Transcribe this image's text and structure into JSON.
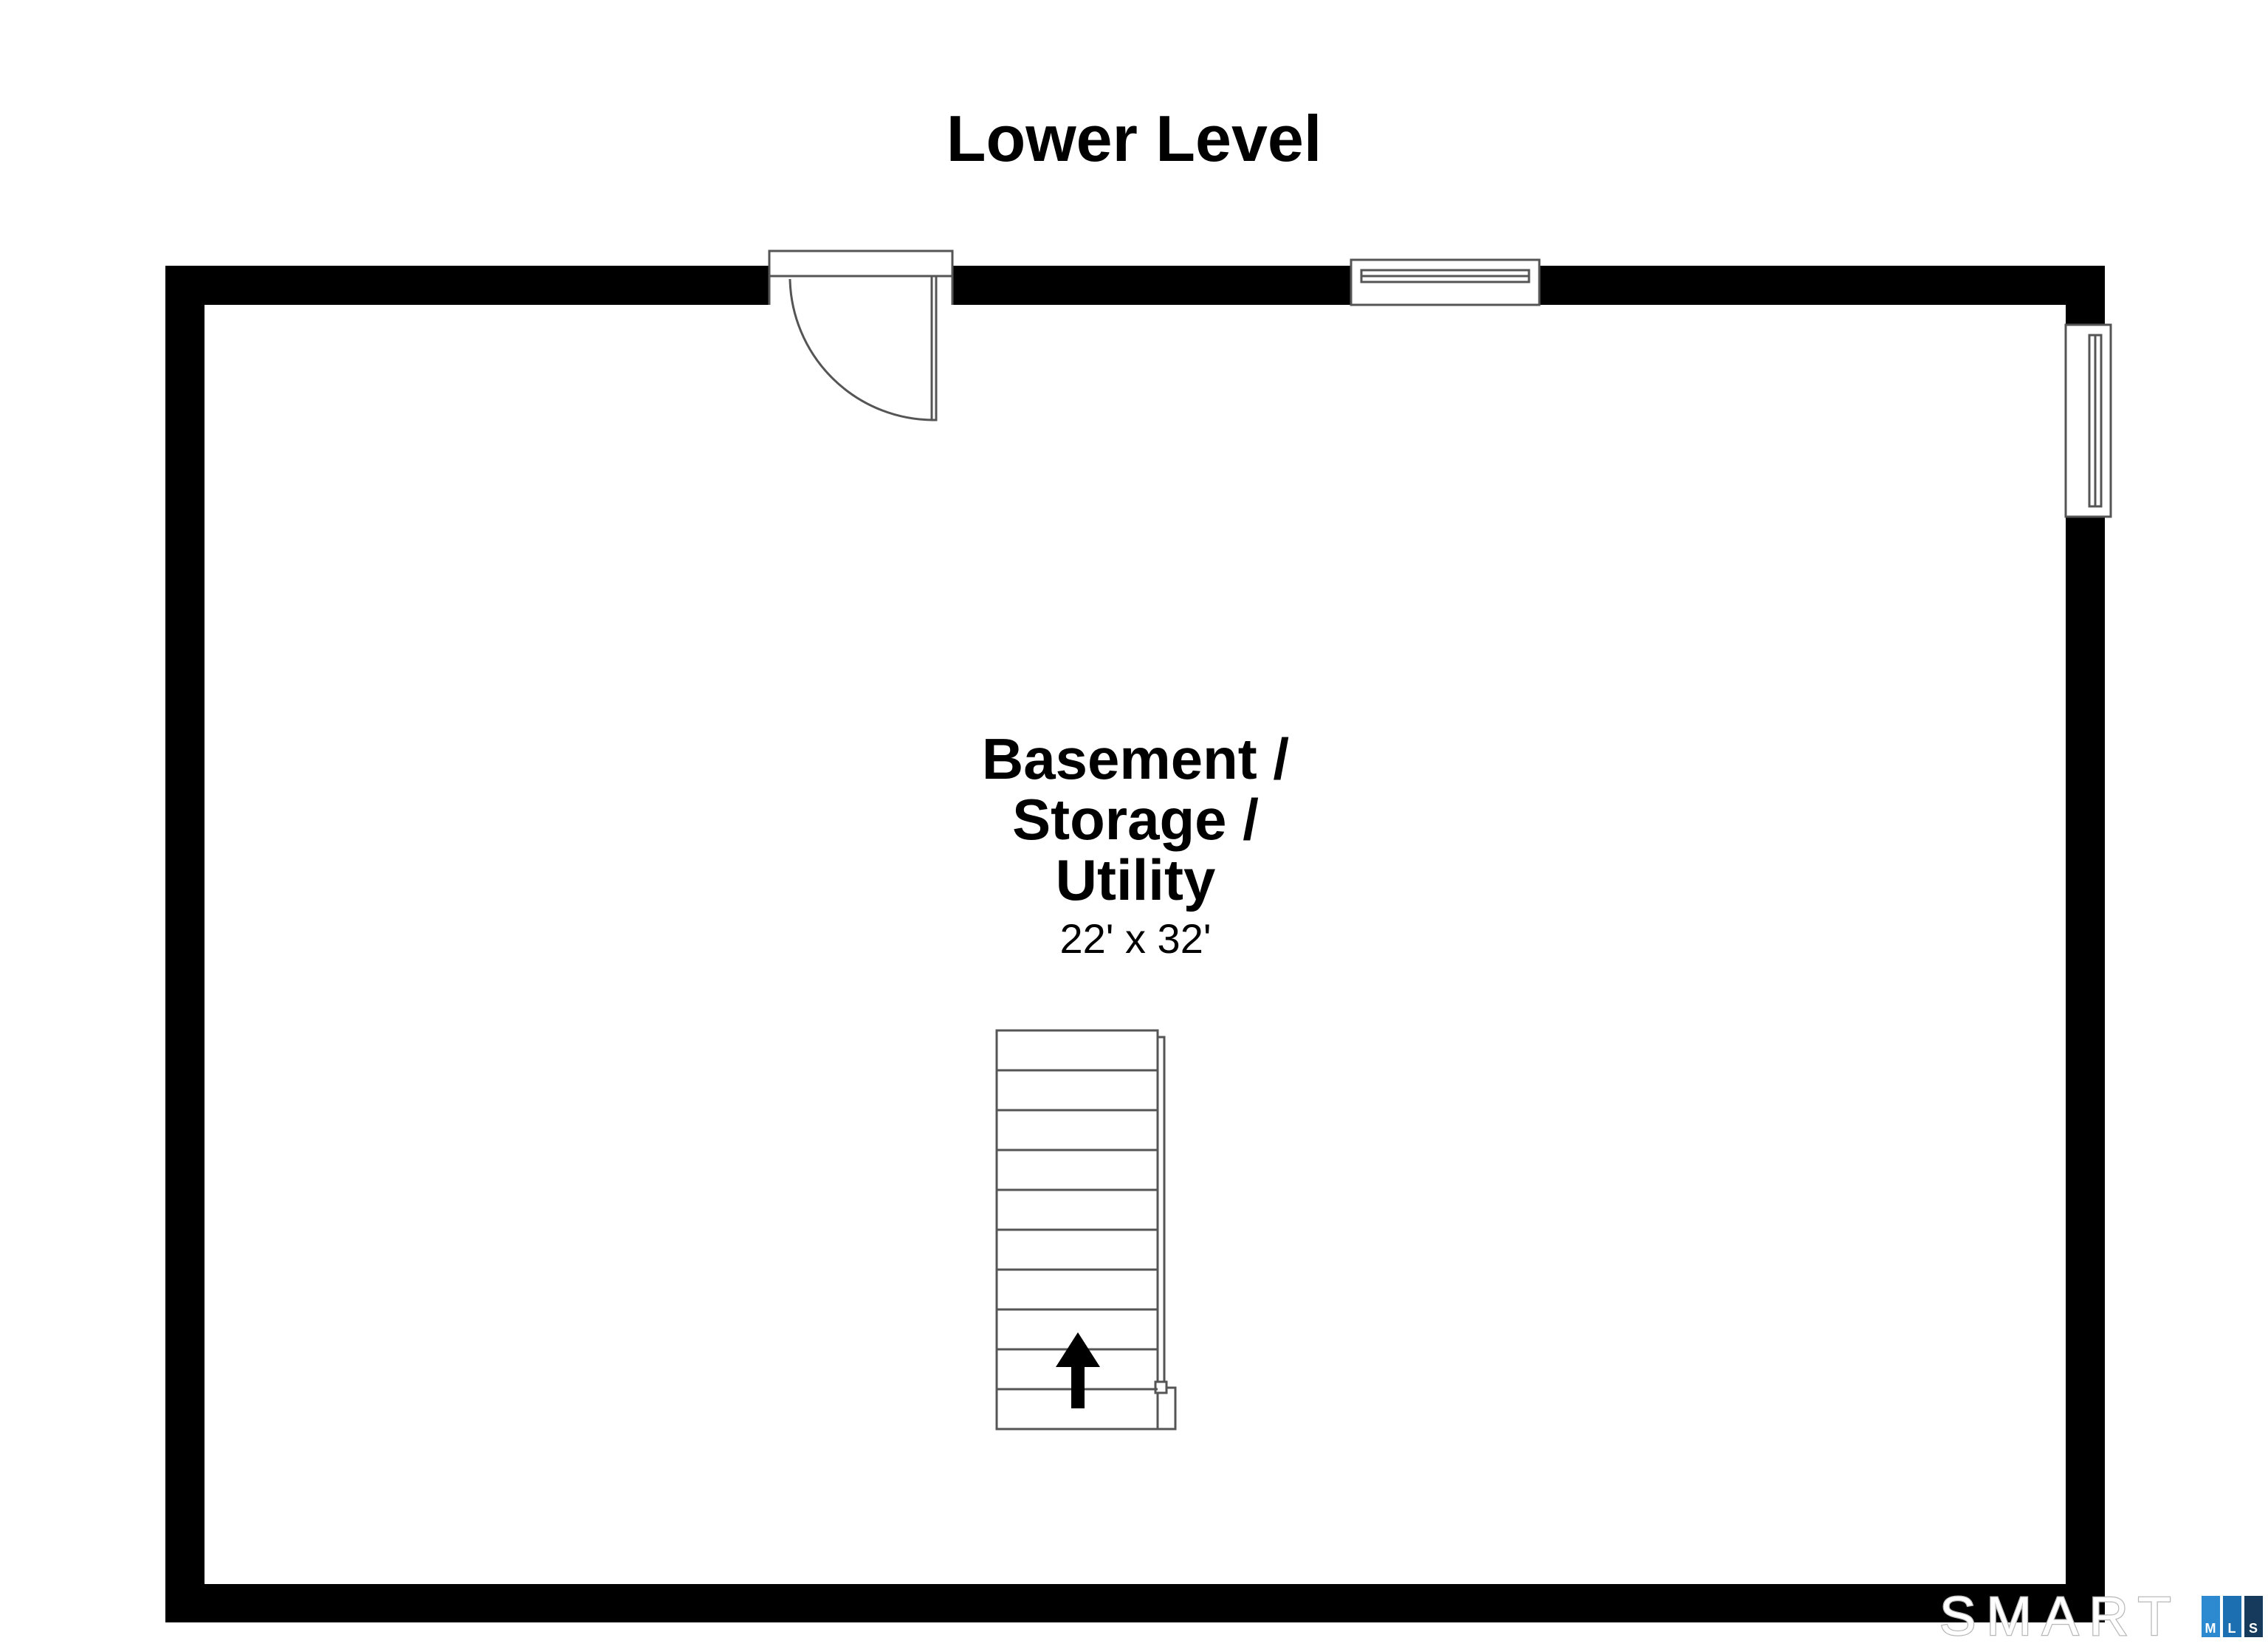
{
  "plan": {
    "level_title": "Lower Level",
    "room": {
      "name_lines": [
        "Basement /",
        "Storage /",
        "Utility"
      ],
      "dimensions": "22' x 32'"
    },
    "stairs": {
      "direction": "up",
      "treads": 10
    },
    "colors": {
      "wall": "#000000",
      "background": "#ffffff",
      "fixture_outline": "#555555"
    }
  },
  "watermark": {
    "word": "SMART",
    "badge_letters": [
      "M",
      "L",
      "S"
    ],
    "badge_colors": [
      "#2e8ad0",
      "#1c6fb0",
      "#163a5c"
    ]
  }
}
